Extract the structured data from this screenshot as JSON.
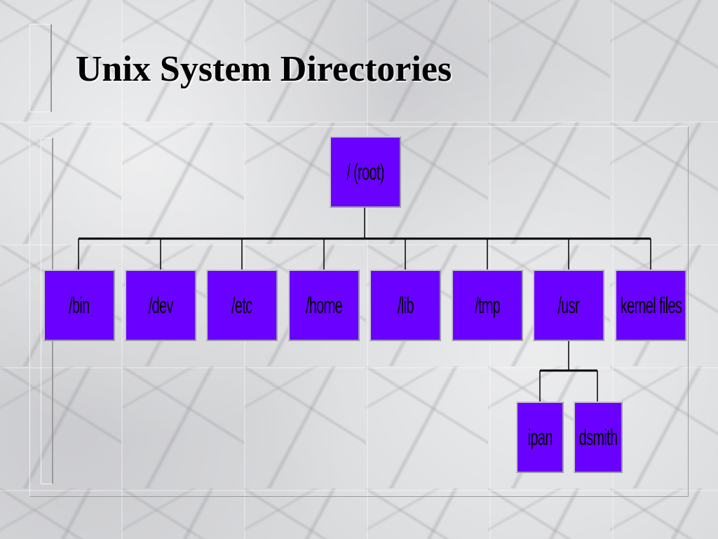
{
  "slide": {
    "title": "Unix System Directories"
  },
  "tree": {
    "root": {
      "id": "root",
      "label": "/ (root)"
    },
    "level1": [
      {
        "id": "bin",
        "label": "/bin"
      },
      {
        "id": "dev",
        "label": "/dev"
      },
      {
        "id": "etc",
        "label": "/etc"
      },
      {
        "id": "home",
        "label": "/home"
      },
      {
        "id": "lib",
        "label": "/lib"
      },
      {
        "id": "tmp",
        "label": "/tmp"
      },
      {
        "id": "usr",
        "label": "/usr"
      },
      {
        "id": "kernel",
        "label": "kernel files"
      }
    ],
    "usr_children": [
      {
        "id": "ipan",
        "label": "ipan"
      },
      {
        "id": "dsmith",
        "label": "dsmith"
      }
    ]
  },
  "colors": {
    "node_fill": "#6a00ff",
    "connector": "#000000",
    "background": "#d9dadc"
  }
}
